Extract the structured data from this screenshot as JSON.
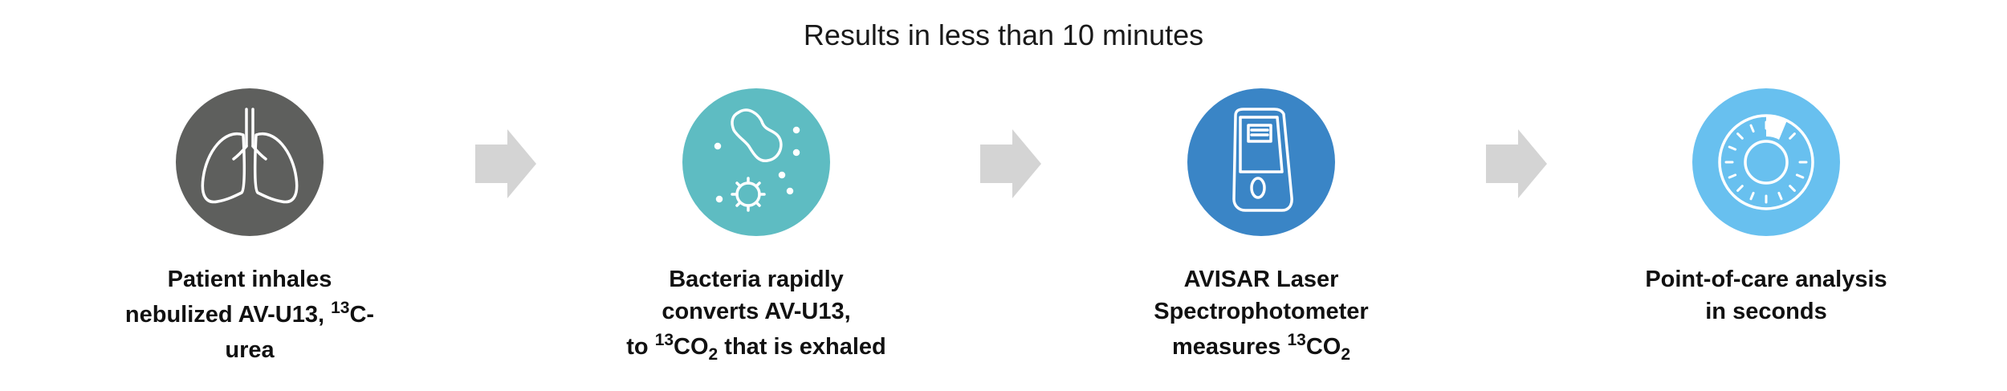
{
  "title": "Results in less than 10 minutes",
  "colors": {
    "step1": "#5e5f5d",
    "step2": "#5ebcc2",
    "step3": "#3a85c6",
    "step4": "#68c0ef",
    "arrow": "#d4d4d4"
  },
  "steps": [
    {
      "icon": "lungs-icon",
      "line1": "Patient inhales",
      "line2_a": "nebulized AV-U13, ",
      "line2_sup": "13",
      "line2_b": "C-",
      "line3": "urea"
    },
    {
      "icon": "bacteria-icon",
      "line1": "Bacteria rapidly",
      "line2": "converts AV-U13,",
      "line3_a": "to ",
      "line3_sup": "13",
      "line3_b": "CO",
      "line3_sub": "2",
      "line3_c": " that is exhaled"
    },
    {
      "icon": "spectrophotometer-icon",
      "line1": "AVISAR Laser",
      "line2": "Spectrophotometer",
      "line3_a": "measures ",
      "line3_sup": "13",
      "line3_b": "CO",
      "line3_sub": "2"
    },
    {
      "icon": "timer-icon",
      "line1": "Point-of-care analysis",
      "line2": "in seconds"
    }
  ],
  "arrows": [
    "arrow-icon",
    "arrow-icon",
    "arrow-icon"
  ]
}
